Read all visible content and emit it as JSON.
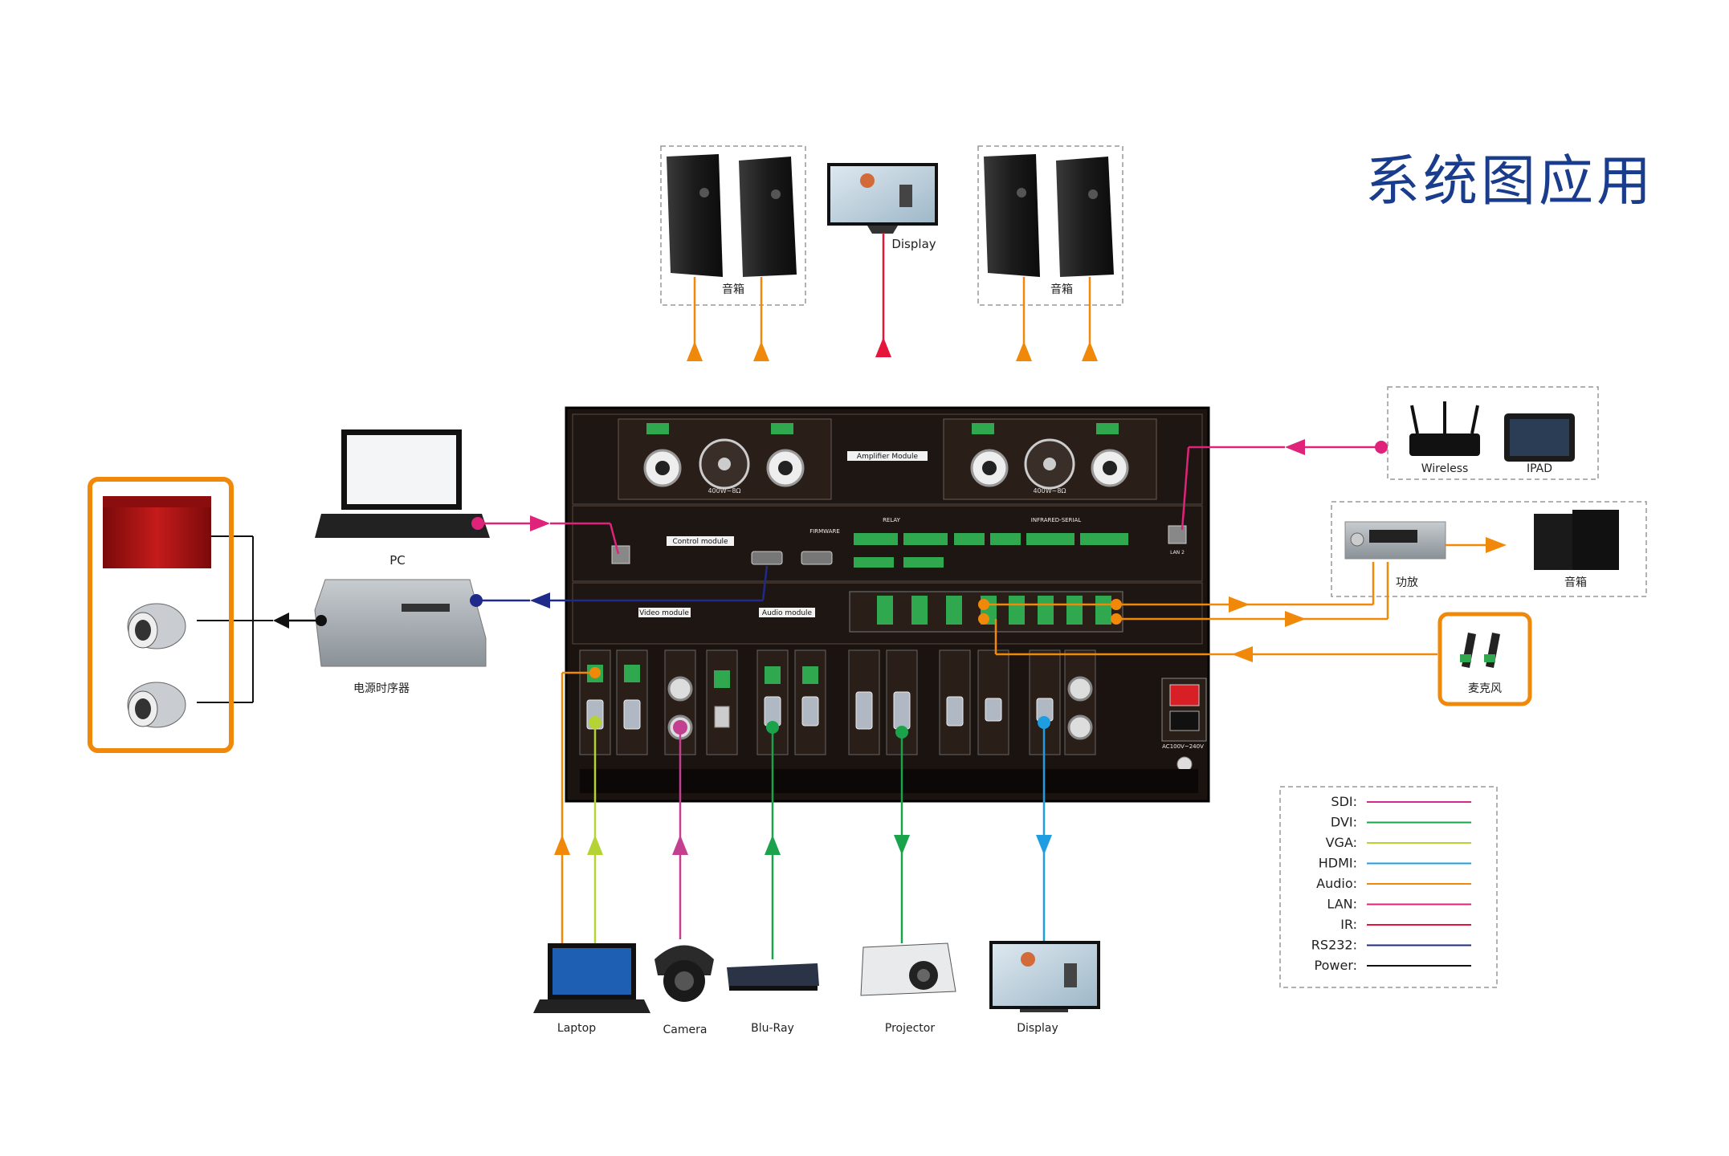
{
  "title": "系统图应用",
  "devices": {
    "speakers_left": "音箱",
    "display_top": "Display",
    "speakers_right": "音箱",
    "pc": "PC",
    "power_sequencer": "电源时序器",
    "wireless": "Wireless",
    "ipad": "IPAD",
    "amplifier": "功放",
    "speakers_side": "音箱",
    "microphone": "麦克风",
    "laptop": "Laptop",
    "camera": "Camera",
    "bluray": "Blu-Ray",
    "projector": "Projector",
    "display_bottom": "Display"
  },
  "panel": {
    "amplifier_module": "Amplifier Module",
    "control_module": "Control module",
    "video_module": "Video module",
    "audio_module": "Audio module",
    "firmware": "FIRMWARE",
    "relay": "RELAY",
    "infrared_serial": "INFRARED-SERIAL",
    "lan2": "LAN 2",
    "power_rating": "AC100V~240V",
    "amp_rating_left": "400W~8Ω",
    "amp_rating_right": "400W~8Ω"
  },
  "legend": [
    {
      "label": "SDI:",
      "color": "#d6288f"
    },
    {
      "label": "DVI:",
      "color": "#1aa34a"
    },
    {
      "label": "VGA:",
      "color": "#b5d334"
    },
    {
      "label": "HDMI:",
      "color": "#1e9ee0"
    },
    {
      "label": "Audio:",
      "color": "#f0880a"
    },
    {
      "label": "LAN:",
      "color": "#e0237a"
    },
    {
      "label": "IR:",
      "color": "#e5163a"
    },
    {
      "label": "RS232:",
      "color": "#1f2a8a"
    },
    {
      "label": "Power:",
      "color": "#111111"
    }
  ],
  "colors": {
    "audio": "#f0880a",
    "lan": "#e0237a",
    "ir": "#e5163a",
    "rs232": "#1f2a8a",
    "sdi": "#c2408f",
    "dvi": "#1aa34a",
    "vga": "#b5d334",
    "hdmi": "#1e9ee0",
    "title": "#1a3c8c",
    "highlight_box": "#f0880a"
  }
}
